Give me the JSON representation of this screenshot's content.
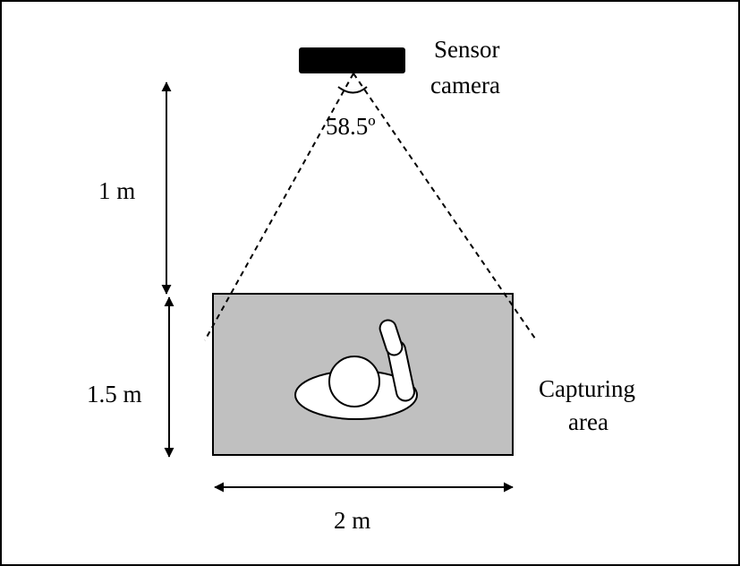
{
  "labels": {
    "sensor_line1": "Sensor",
    "sensor_line2": "camera",
    "angle": "58.5º",
    "height_upper": "1 m",
    "height_lower": "1.5 m",
    "width": "2 m",
    "area_line1": "Capturing",
    "area_line2": "area"
  },
  "colors": {
    "capture_area_fill": "#c0c0c0",
    "camera_fill": "#000000",
    "line": "#000000",
    "figure_fill": "#ffffff"
  }
}
